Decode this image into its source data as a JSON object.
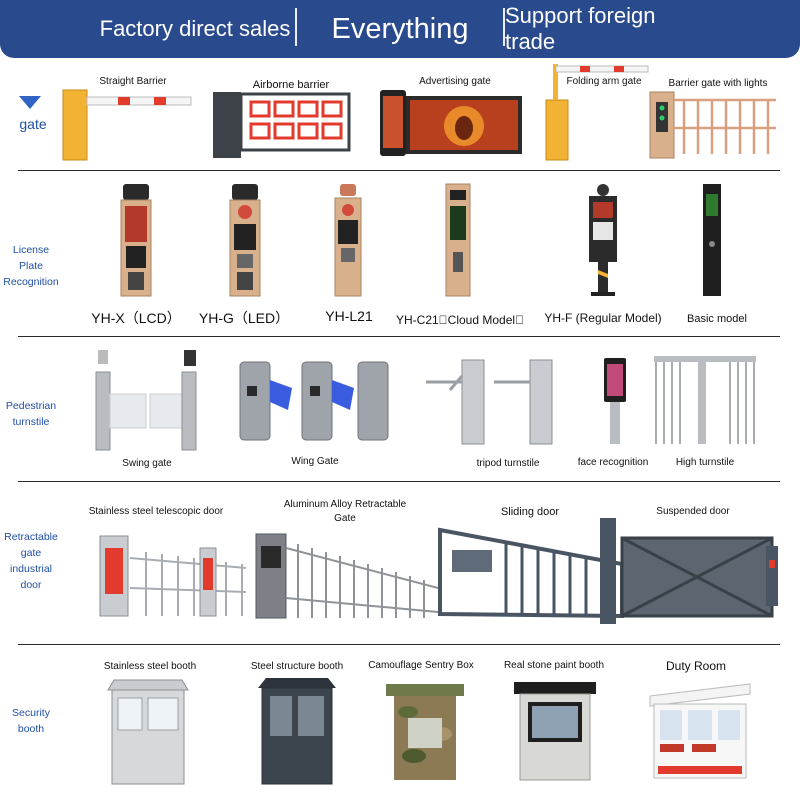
{
  "banner": {
    "left": "Factory direct sales",
    "center": "Everything",
    "right": "Support foreign trade"
  },
  "sections": {
    "gate": {
      "category": "gate",
      "items": [
        "Straight Barrier",
        "Airborne barrier",
        "Advertising gate",
        "Folding arm gate",
        "Barrier gate with lights"
      ]
    },
    "lpr": {
      "category_lines": [
        "License",
        "Plate",
        "Recognition"
      ],
      "items": [
        "YH-X（LCD）",
        "YH-G（LED）",
        "YH-L21",
        "YH-C21\u0000Cloud Model\u0000",
        "YH-F (Regular Model)",
        "Basic model"
      ]
    },
    "pedestrian": {
      "category_lines": [
        "Pedestrian",
        "turnstile"
      ],
      "items": [
        "Swing gate",
        "Wing Gate",
        "tripod turnstile",
        "face recognition",
        "High turnstile"
      ]
    },
    "retractable": {
      "category_lines": [
        "Retractable",
        "gate",
        "industrial",
        "door"
      ],
      "items": [
        "Stainless steel telescopic door",
        "Aluminum Alloy Retractable Gate",
        "Sliding door",
        "Suspended door"
      ]
    },
    "booth": {
      "category_lines": [
        "Security",
        "booth"
      ],
      "items": [
        "Stainless steel booth",
        "Steel structure booth",
        "Camouflage Sentry Box",
        "Real stone paint booth",
        "Duty Room"
      ]
    }
  },
  "colors": {
    "banner": "#2a4a8e",
    "category_text": "#1f4fa6",
    "barrier_yellow": "#f2b233",
    "steel": "#a9adb3",
    "champagne": "#d8b08c"
  }
}
